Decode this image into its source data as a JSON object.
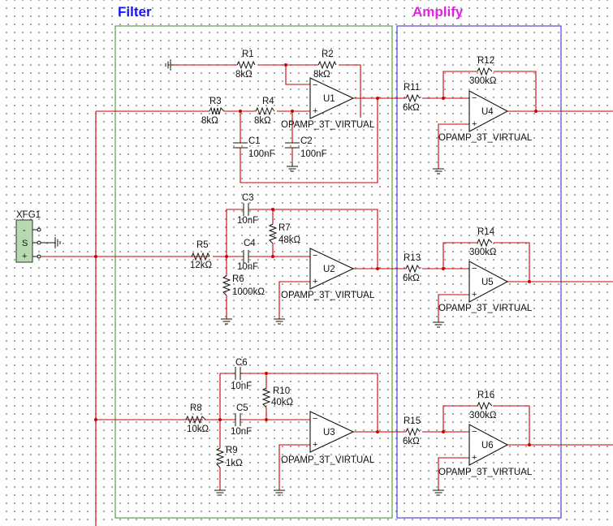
{
  "sections": {
    "filter": "Filter",
    "amplify": "Amplify"
  },
  "generator": {
    "ref": "XFG1",
    "pins": [
      "-",
      "S",
      "+"
    ]
  },
  "components": {
    "R1": {
      "ref": "R1",
      "value": "8kΩ"
    },
    "R2": {
      "ref": "R2",
      "value": "8kΩ"
    },
    "R3": {
      "ref": "R3",
      "value": "8kΩ"
    },
    "R4": {
      "ref": "R4",
      "value": "8kΩ"
    },
    "C1": {
      "ref": "C1",
      "value": "100nF"
    },
    "C2": {
      "ref": "C2",
      "value": "100nF"
    },
    "U1": {
      "ref": "U1",
      "model": "OPAMP_3T_VIRTUAL"
    },
    "C3": {
      "ref": "C3",
      "value": "10nF"
    },
    "R7": {
      "ref": "R7",
      "value": "48kΩ"
    },
    "R5": {
      "ref": "R5",
      "value": "12kΩ"
    },
    "C4": {
      "ref": "C4",
      "value": "10nF"
    },
    "R6": {
      "ref": "R6",
      "value": "1000kΩ"
    },
    "U2": {
      "ref": "U2",
      "model": "OPAMP_3T_VIRTUAL"
    },
    "C6": {
      "ref": "C6",
      "value": "10nF"
    },
    "R10": {
      "ref": "R10",
      "value": "40kΩ"
    },
    "R8": {
      "ref": "R8",
      "value": "10kΩ"
    },
    "C5": {
      "ref": "C5",
      "value": "10nF"
    },
    "R9": {
      "ref": "R9",
      "value": "1kΩ"
    },
    "U3": {
      "ref": "U3",
      "model": "OPAMP_3T_VIRTUAL"
    },
    "R11": {
      "ref": "R11",
      "value": "6kΩ"
    },
    "R12": {
      "ref": "R12",
      "value": "300kΩ"
    },
    "U4": {
      "ref": "U4",
      "model": "OPAMP_3T_VIRTUAL"
    },
    "R13": {
      "ref": "R13",
      "value": "6kΩ"
    },
    "R14": {
      "ref": "R14",
      "value": "300kΩ"
    },
    "U5": {
      "ref": "U5",
      "model": "OPAMP_3T_VIRTUAL"
    },
    "R15": {
      "ref": "R15",
      "value": "6kΩ"
    },
    "R16": {
      "ref": "R16",
      "value": "300kΩ"
    },
    "U6": {
      "ref": "U6",
      "model": "OPAMP_3T_VIRTUAL"
    }
  },
  "colors": {
    "wire": "#cc0000",
    "filter_box": "#2e8b2e",
    "amplify_box": "#2020cc",
    "filter_title": "#1414ff",
    "amplify_title": "#e81ee8",
    "generator_fill": "#b7d8b0"
  }
}
